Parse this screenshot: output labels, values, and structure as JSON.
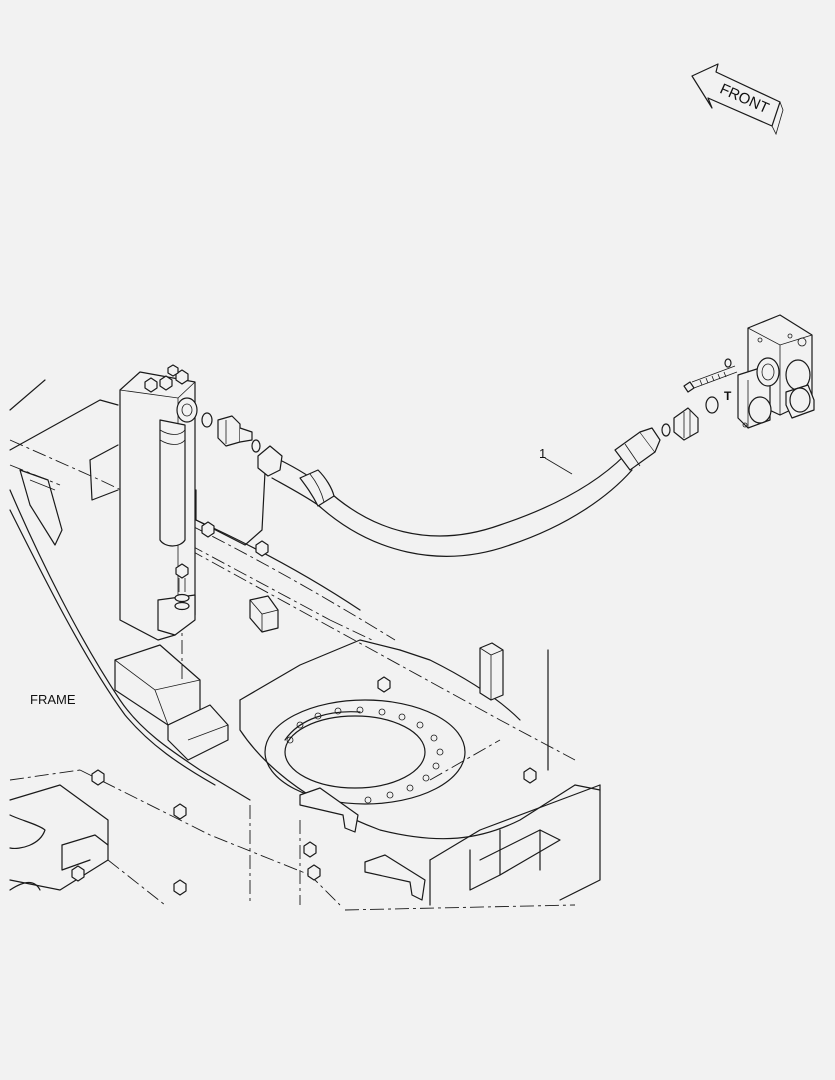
{
  "labels": {
    "front": "FRONT",
    "frame": "FRAME",
    "hose_callout": "1",
    "port": "T"
  }
}
